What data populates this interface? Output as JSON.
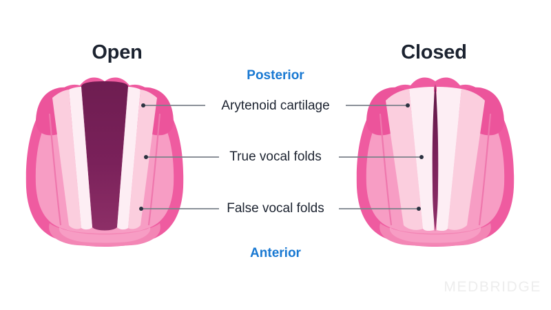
{
  "figure": {
    "watermark": "MEDBRIDGE",
    "panels": [
      {
        "id": "open",
        "title": "Open"
      },
      {
        "id": "closed",
        "title": "Closed"
      }
    ],
    "orientation": {
      "posterior": "Posterior",
      "anterior": "Anterior"
    },
    "callouts": [
      {
        "id": "arytenoid",
        "label": "Arytenoid cartilage"
      },
      {
        "id": "true-folds",
        "label": "True vocal folds"
      },
      {
        "id": "false-folds",
        "label": "False vocal folds"
      }
    ],
    "colors": {
      "background": "#ffffff",
      "title_text": "#1c2330",
      "orientation_text": "#1878d2",
      "callout_text": "#1c2330",
      "leader_line": "#7a8089",
      "leader_dot": "#2b3240",
      "rim_pink": "#ef5ba0",
      "rim_pink_dark": "#e8509a",
      "mid_pink": "#f491bd",
      "body_pink": "#f79dc4",
      "pale_pink": "#fbcede",
      "fold_white": "#fdeef4",
      "glottis_purple": "#7a215a",
      "glottis_purple_dark": "#6e1d51",
      "glottis_purple_light": "#8d2f67",
      "watermark": "#ededed"
    }
  }
}
